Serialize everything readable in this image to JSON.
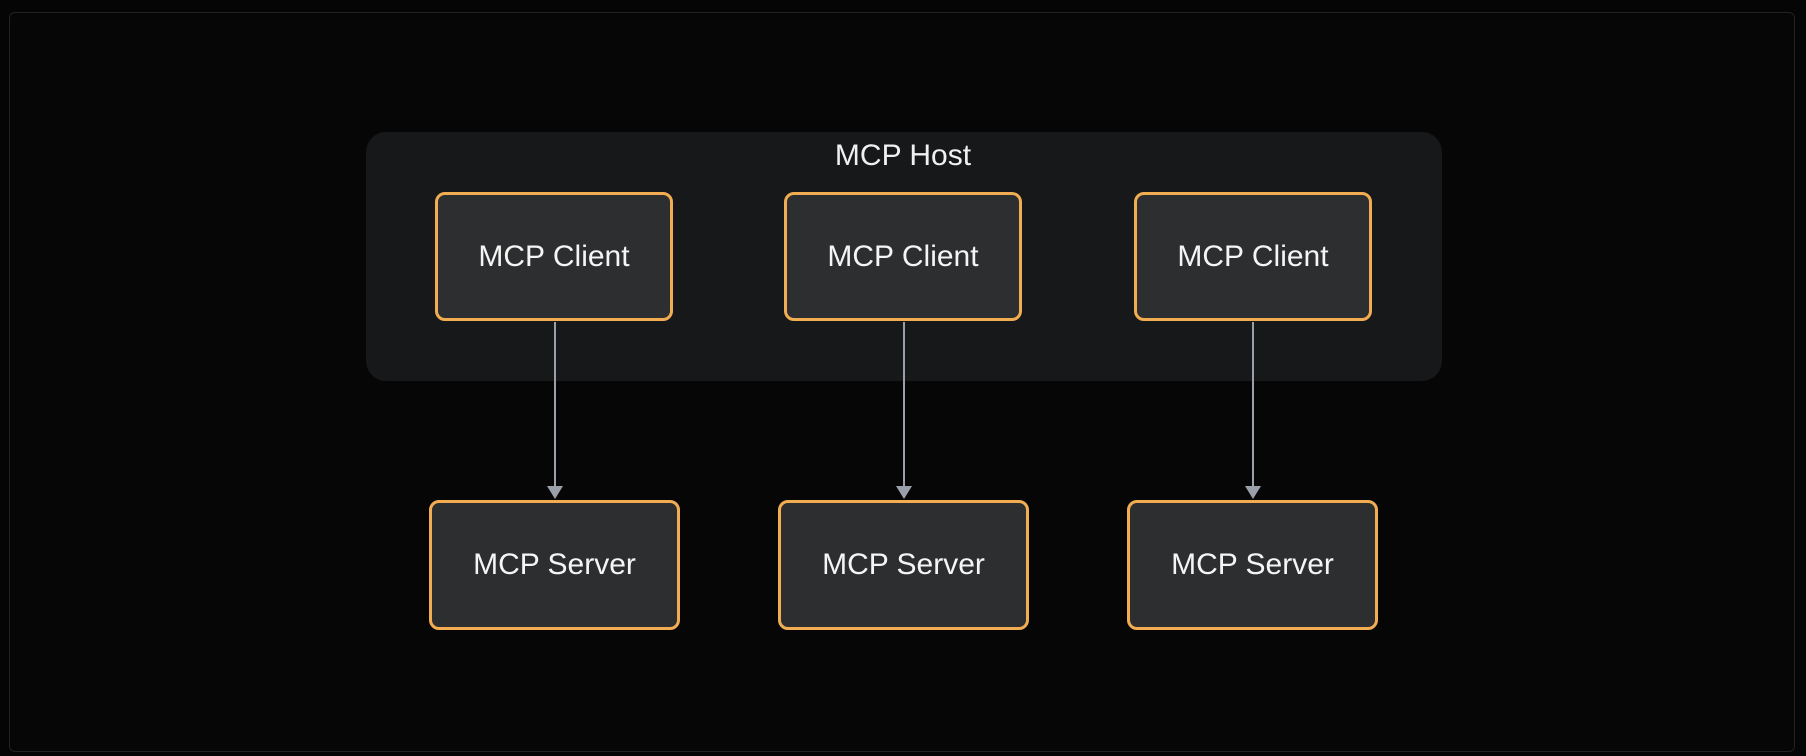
{
  "host": {
    "label": "MCP Host"
  },
  "clients": [
    {
      "label": "MCP Client"
    },
    {
      "label": "MCP Client"
    },
    {
      "label": "MCP Client"
    }
  ],
  "servers": [
    {
      "label": "MCP Server"
    },
    {
      "label": "MCP Server"
    },
    {
      "label": "MCP Server"
    }
  ],
  "colors": {
    "node_border": "#f2ad52",
    "node_fill": "#2d2e30",
    "host_fill": "#17181a",
    "connector": "#9aa0aa",
    "background": "#050505"
  }
}
